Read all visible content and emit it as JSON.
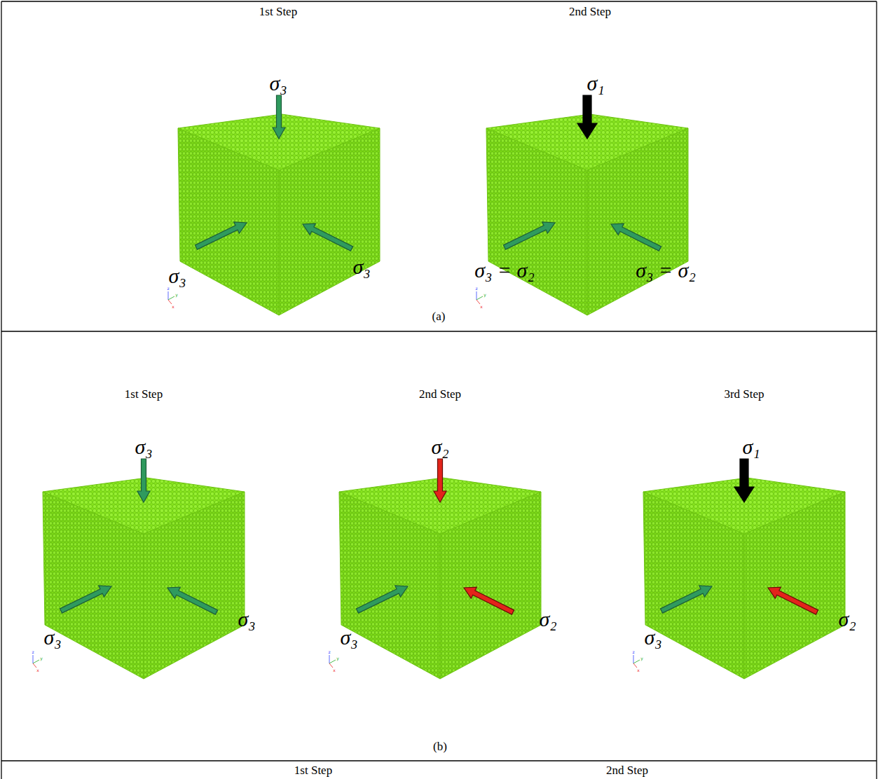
{
  "diagram": {
    "labels": [
      "1st Step",
      "2nd Step",
      "σ₃",
      "σ₃",
      "σ₃",
      "σ₁",
      "σ₃ = σ₂",
      "σ₃ = σ₂",
      "(a)",
      "1st Step",
      "2nd Step",
      "3rd Step",
      "σ₃",
      "σ₃",
      "σ₃",
      "σ₂",
      "σ₃",
      "σ₂",
      "σ₁",
      "σ₃",
      "σ₂",
      "(b)",
      "1st Step",
      "2nd Step",
      "z",
      "y",
      "x",
      "z",
      "y",
      "x",
      "z",
      "y",
      "x",
      "z",
      "y",
      "x",
      "z",
      "y",
      "x"
    ]
  }
}
